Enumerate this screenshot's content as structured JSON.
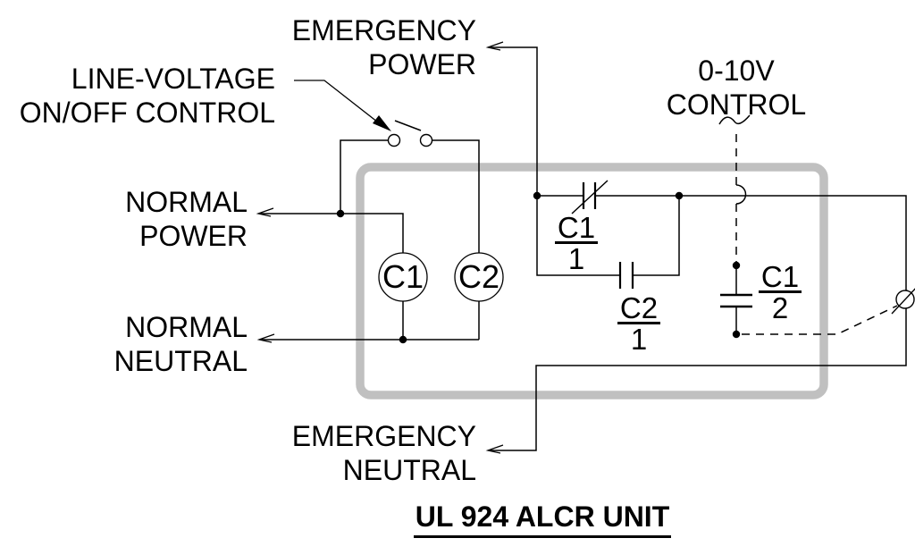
{
  "labels": {
    "line_voltage_control": {
      "line1": "LINE-VOLTAGE",
      "line2": "ON/OFF CONTROL"
    },
    "emergency_power": {
      "line1": "EMERGENCY",
      "line2": "POWER"
    },
    "normal_power": {
      "line1": "NORMAL",
      "line2": "POWER"
    },
    "normal_neutral": {
      "line1": "NORMAL",
      "line2": "NEUTRAL"
    },
    "emergency_neutral": {
      "line1": "EMERGENCY",
      "line2": "NEUTRAL"
    },
    "control_signal": {
      "line1": "0-10V",
      "line2": "CONTROL"
    }
  },
  "components": {
    "coil_c1": "C1",
    "coil_c2": "C2",
    "contact_c1_1": {
      "name": "C1",
      "pole": "1"
    },
    "contact_c2_1": {
      "name": "C2",
      "pole": "1"
    },
    "contact_c1_2": {
      "name": "C1",
      "pole": "2"
    }
  },
  "title": "UL 924 ALCR UNIT",
  "colors": {
    "wire": "#000000",
    "enclosure": "#c0c0c0",
    "background": "#ffffff"
  }
}
